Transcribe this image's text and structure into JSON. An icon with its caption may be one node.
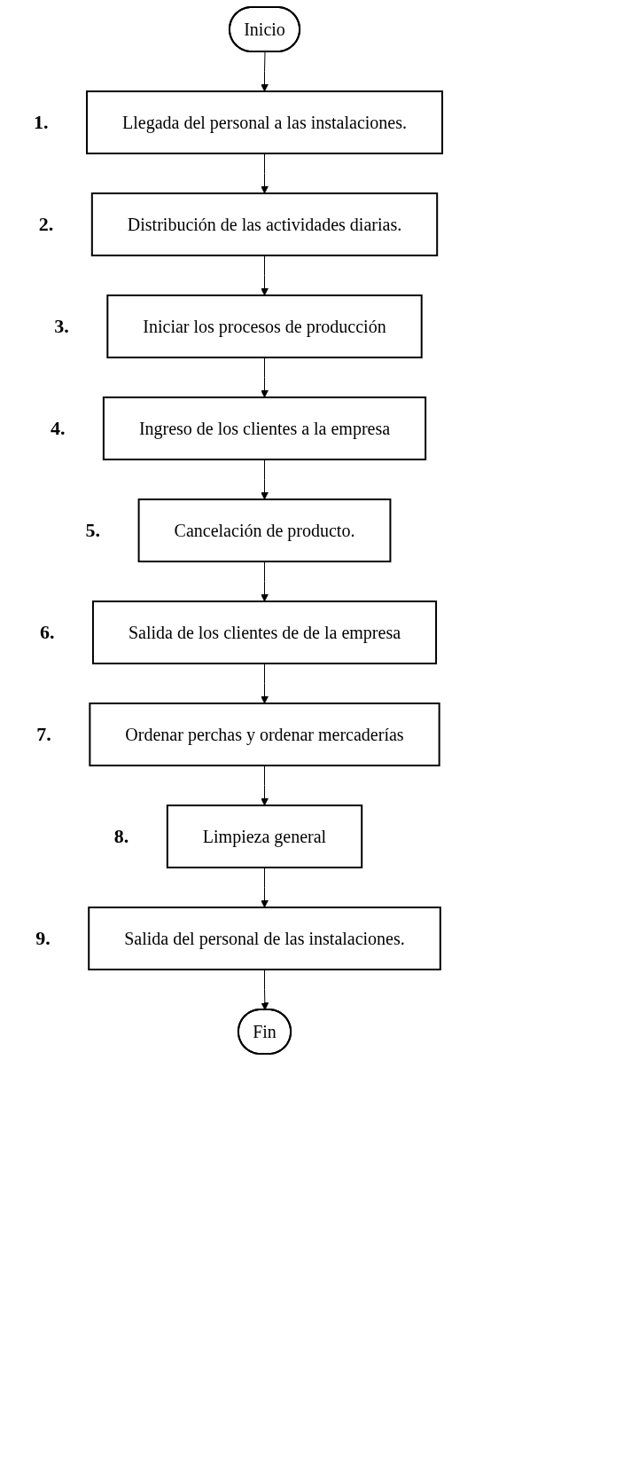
{
  "diagram": {
    "nodes": [
      {
        "text": [
          "Inicio"
        ]
      },
      {
        "text": [
          "Llegada del personal a las instalaciones."
        ],
        "beside": [
          "1."
        ]
      },
      {
        "text": [
          "Distribución de las actividades diarias."
        ],
        "beside": [
          "2."
        ]
      },
      {
        "text": [
          "Iniciar los procesos de producción"
        ],
        "beside": [
          "3."
        ]
      },
      {
        "text": [
          "Ingreso de los clientes a la empresa"
        ],
        "beside": [
          "4."
        ]
      },
      {
        "text": [
          "Cancelación de producto."
        ],
        "beside": [
          "5."
        ]
      },
      {
        "text": [
          "Salida de los clientes de de la empresa"
        ],
        "beside": [
          "6."
        ]
      },
      {
        "text": [
          "Ordenar perchas y ordenar mercaderías"
        ],
        "beside": [
          "7."
        ]
      },
      {
        "text": [
          "Limpieza general"
        ],
        "beside": [
          "8."
        ]
      },
      {
        "text": [
          "Salida del personal de las instalaciones."
        ],
        "beside": [
          "9."
        ]
      },
      {
        "text": [
          "Fin"
        ]
      }
    ],
    "edges": [
      {
        "from": 0,
        "to": 1,
        "arrow": "to"
      },
      {
        "from": 1,
        "to": 2,
        "arrow": "to"
      },
      {
        "from": 2,
        "to": 3,
        "arrow": "to"
      },
      {
        "from": 3,
        "to": 4,
        "arrow": "to"
      },
      {
        "from": 4,
        "to": 5,
        "arrow": "to"
      },
      {
        "from": 5,
        "to": 6,
        "arrow": "to"
      },
      {
        "from": 6,
        "to": 7,
        "arrow": "to"
      },
      {
        "from": 7,
        "to": 8,
        "arrow": "to"
      },
      {
        "from": 8,
        "to": 9,
        "arrow": "to"
      },
      {
        "from": 9,
        "to": 10,
        "arrow": "to"
      }
    ]
  }
}
